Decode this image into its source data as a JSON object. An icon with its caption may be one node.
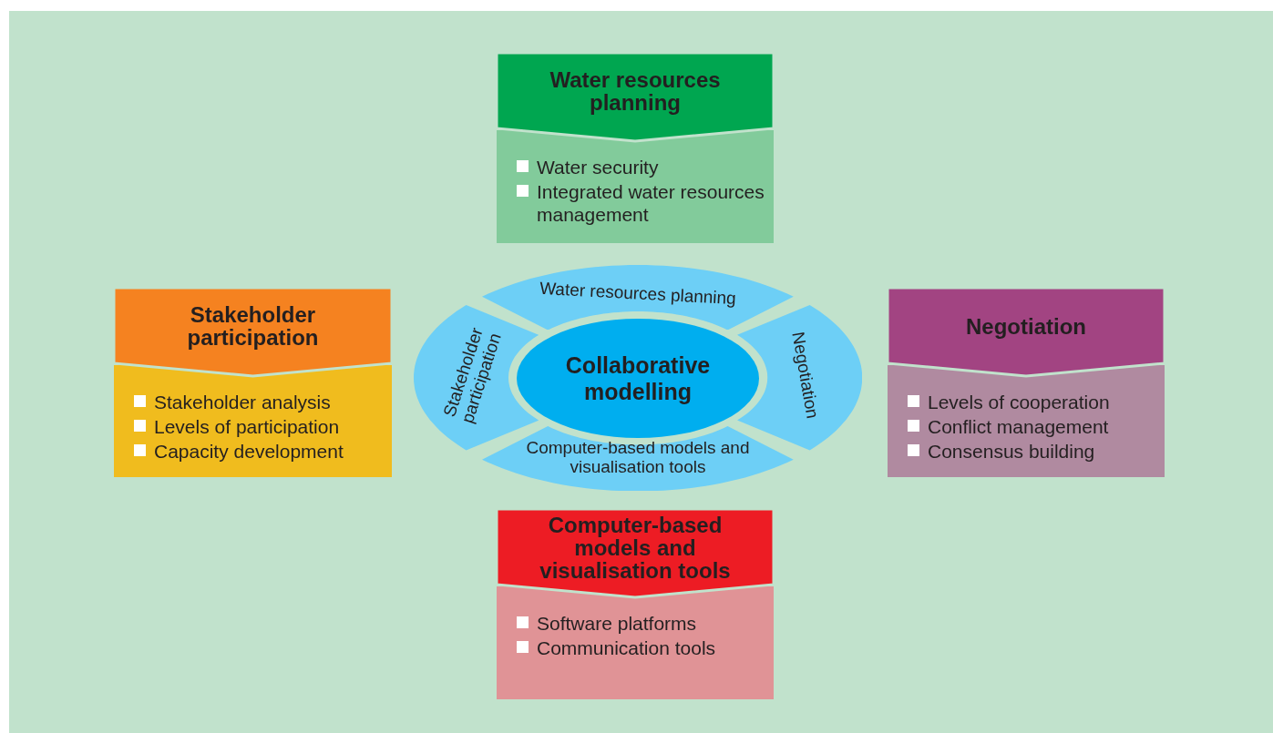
{
  "diagram": {
    "nodes": [
      {
        "text": [
          "Water resources planning",
          "Water security",
          "Integrated water resources management"
        ]
      },
      {
        "text": [
          "Stakeholder participation",
          "Stakeholder analysis",
          "Levels of participation",
          "Capacity development"
        ]
      },
      {
        "text": [
          "Water resources planning"
        ]
      },
      {
        "text": [
          "Stakeholder participation"
        ]
      },
      {
        "text": [
          "Collaborative modelling"
        ]
      },
      {
        "text": [
          "Negotiation"
        ]
      },
      {
        "text": [
          "Computer-based models and visualisation tools"
        ]
      },
      {
        "text": [
          "Negotiation",
          "Levels of cooperation",
          "Conflict management",
          "Consensus building"
        ]
      },
      {
        "text": [
          "Computer-based models and visualisation tools",
          "Software platforms",
          "Communication tools"
        ]
      }
    ]
  }
}
